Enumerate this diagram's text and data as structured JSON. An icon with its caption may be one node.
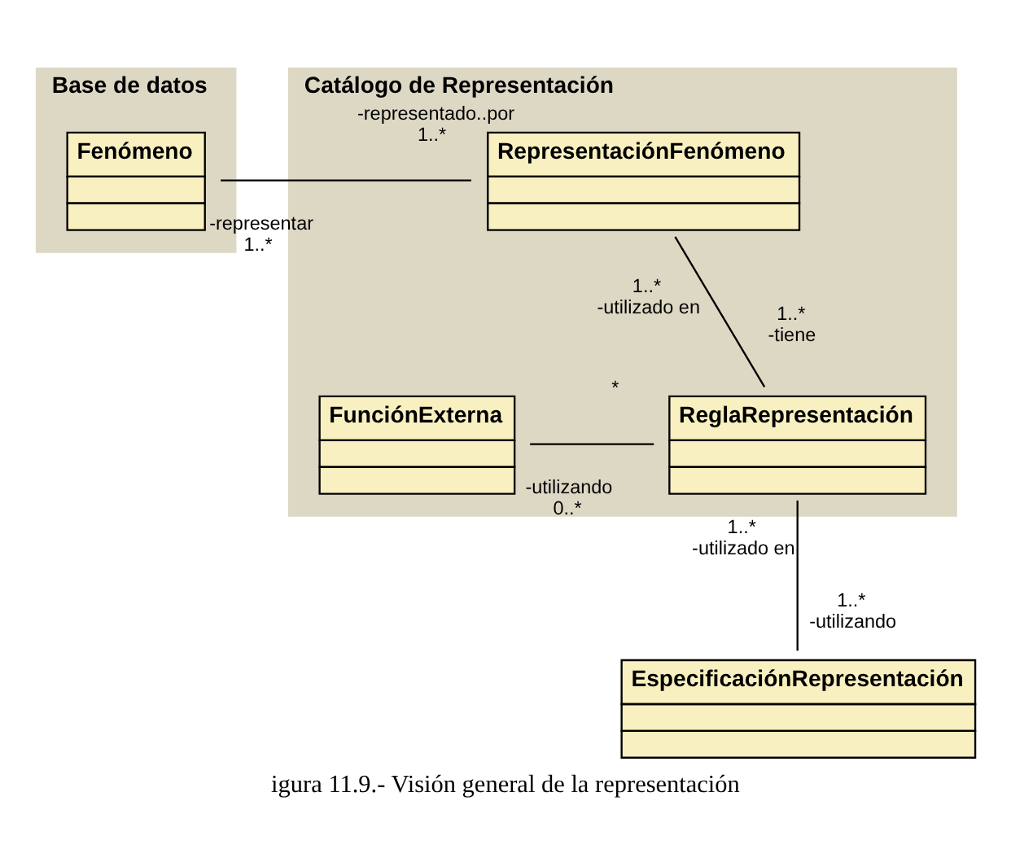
{
  "diagram": {
    "caption": "igura 11.9.- Visión general de la representación",
    "nodes": [
      {
        "text": [
          "Base de datos"
        ]
      },
      {
        "text": [
          "Fenómeno"
        ],
        "in": 0
      },
      {
        "text": [
          "Catálogo de Representación"
        ]
      },
      {
        "text": [
          "RepresentaciónFenómeno"
        ],
        "in": 2
      },
      {
        "text": [
          "FunciónExterna"
        ],
        "in": 2
      },
      {
        "text": [
          "ReglaRepresentación"
        ],
        "in": 2
      },
      {
        "text": [
          "EspecificaciónRepresentación"
        ]
      }
    ],
    "edges": [
      {
        "from": 1,
        "to": 3,
        "arrow": "none"
      },
      {
        "from": 3,
        "to": 5,
        "arrow": "none"
      },
      {
        "from": 4,
        "to": 5,
        "arrow": "none"
      },
      {
        "from": 5,
        "to": 6,
        "arrow": "none"
      }
    ],
    "labels": [
      "-representar",
      "-representado..por",
      "1..*",
      "1..*",
      "1..*",
      "-utilizado en",
      "1..*",
      "-tiene",
      "-utilizando",
      "0..*",
      "*",
      "1..*",
      "-utilizado en",
      "1..*",
      "-utilizando"
    ]
  }
}
